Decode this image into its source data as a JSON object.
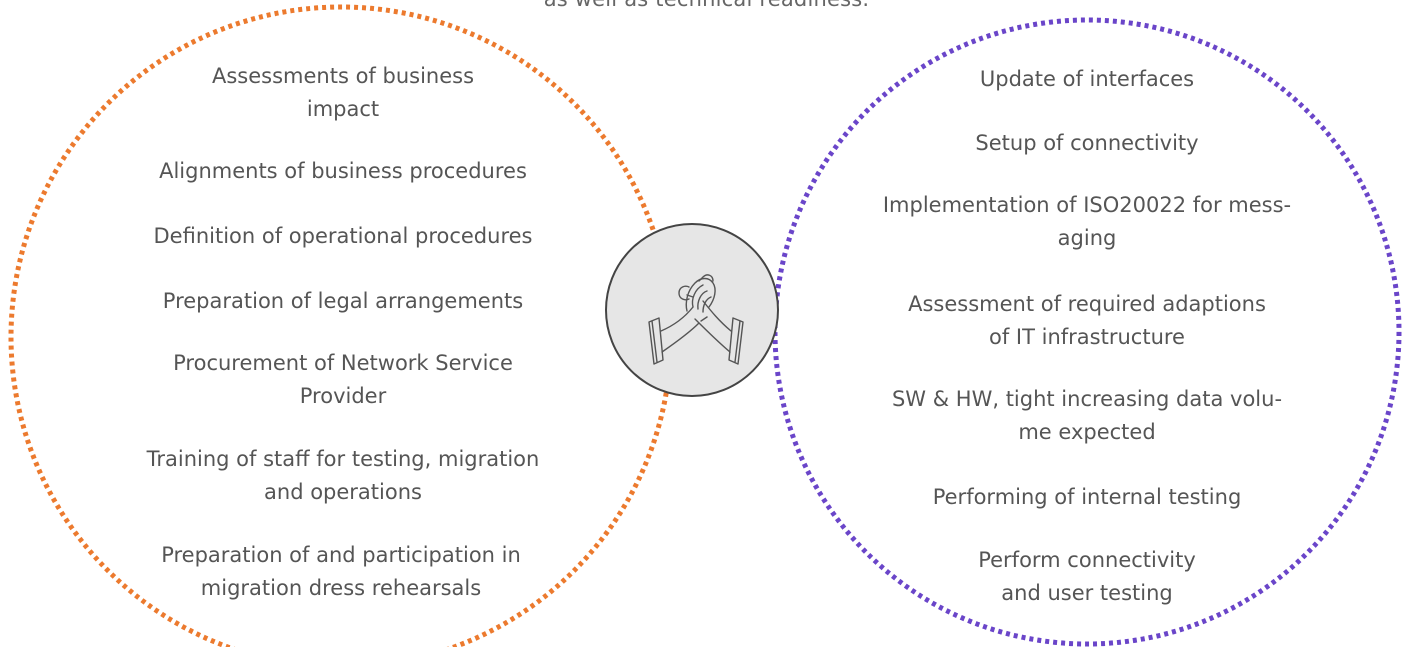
{
  "caption": "as well as technical readiness.",
  "left_circle": {
    "color": "#ec7a2e",
    "items": [
      "Assessments of business\nimpact",
      "Alignments of business procedures",
      "Definition of operational procedures",
      "Preparation of legal arrangements",
      "Procurement of Network Service\nProvider",
      "Training of staff for testing, migration\nand operations",
      "Preparation of and participation in\nmigration dress rehearsals"
    ]
  },
  "right_circle": {
    "color": "#6a45c9",
    "items": [
      "Update of interfaces",
      "Setup of connectivity",
      "Implementation of ISO20022 for mess-\naging",
      "Assessment of required adaptions\nof IT infrastructure",
      "SW & HW, tight increasing data volu-\nme expected",
      "Performing of internal testing",
      "Perform connectivity\nand user testing"
    ]
  },
  "center_icon": "handshake-icon",
  "center_fill": "#e6e6e6"
}
